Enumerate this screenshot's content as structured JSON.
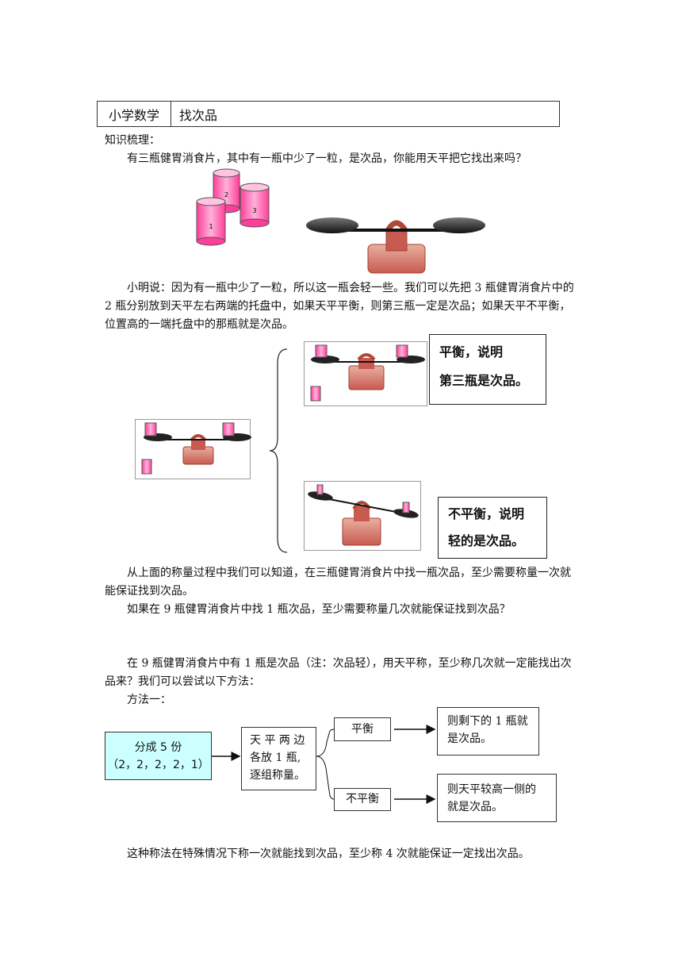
{
  "header": {
    "subject": "小学数学",
    "topic": "找次品"
  },
  "section_label": "知识梳理：",
  "intro": "有三瓶健胃消食片，其中有一瓶中少了一粒，是次品，你能用天平把它找出来吗？",
  "bottles": [
    "1",
    "2",
    "3"
  ],
  "explanation": "小明说：因为有一瓶中少了一粒，所以这一瓶会轻一些。我们可以先把 3 瓶健胃消食片中的 2 瓶分别放到天平左右两端的托盘中，如果天平平衡，则第三瓶一定是次品；如果天平不平衡，位置高的一端托盘中的那瓶就是次品。",
  "balanced_note": {
    "line1": "平衡，说明",
    "line2": "第三瓶是次品。"
  },
  "unbalanced_note": {
    "line1": "不平衡，说明",
    "line2": "轻的是次品。"
  },
  "conclusion": "从上面的称量过程中我们可以知道，在三瓶健胃消食片中找一瓶次品，至少需要称量一次就能保证找到次品。",
  "question": "如果在 9 瓶健胃消食片中找 1 瓶次品，至少需要称量几次就能保证找到次品？",
  "problem": "在 9 瓶健胃消食片中有 1 瓶是次品（注：次品轻），用天平称，至少称几次就一定能找出次品来？我们可以尝试以下方法：",
  "method_label": "方法一：",
  "flow": {
    "start_line1": "分成 5 份",
    "start_line2": "（2，2，2，2，1）",
    "step": "天 平 两 边各放 1 瓶,逐组称量。",
    "balanced": "平衡",
    "unbalanced": "不平衡",
    "balanced_result": "则剩下的 1 瓶就是次品。",
    "unbalanced_result": "则天平较高一侧的就是次品。"
  },
  "final": "这种称法在特殊情况下称一次就能找到次品，至少称 4 次就能保证一定找出次品。",
  "colors": {
    "bottle_pink": "#ff66b3",
    "balance_red": "#c85a50",
    "flow_start_bg": "#ccffff"
  }
}
